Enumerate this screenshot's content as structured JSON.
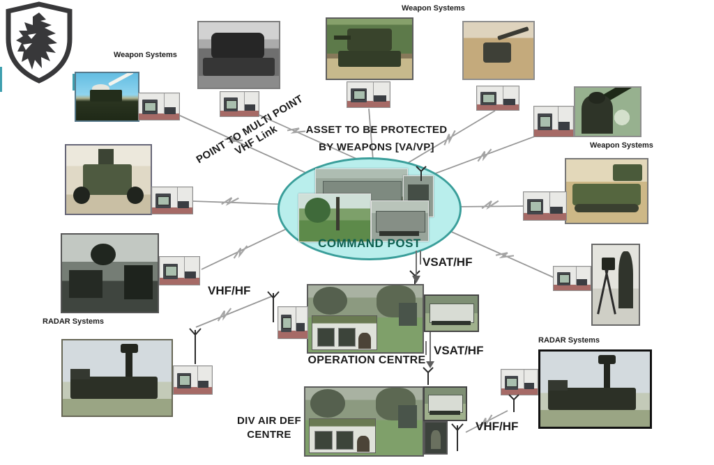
{
  "labels": {
    "weapon_systems": [
      "Weapon Systems",
      "Weapon Systems",
      "Weapon Systems"
    ],
    "radar_systems": [
      "RADAR Systems",
      "RADAR Systems"
    ]
  },
  "asset": {
    "line1": "ASSET TO BE PROTECTED",
    "line2": "BY WEAPONS [VA/VP]"
  },
  "p2mp_link": {
    "line1": "POINT TO MULTI POINT",
    "line2": "VHF Link"
  },
  "nodes": {
    "command_post": "COMMAND POST",
    "operation_centre": "OPERATION CENTRE",
    "div_air_def_centre": {
      "line1": "DIV AIR DEF",
      "line2": "CENTRE"
    }
  },
  "links": {
    "vsat_hf": [
      "VSAT/HF",
      "VSAT/HF"
    ],
    "vhf_hf": [
      "VHF/HF",
      "VHF/HF"
    ]
  },
  "icons": {
    "logo": "lion-shield-crest",
    "antenna": "vhf-antenna",
    "radio": "field-radio-set",
    "flash": "rf-link-flash",
    "arrow": "down-arrow"
  },
  "colors": {
    "ellipse_fill": "#b9eeec",
    "ellipse_border": "#3a9e9a",
    "command_post_text": "#0d5f50",
    "link_line": "#979797",
    "label_text": "#1b1b1b",
    "logo_dark": "#38383a",
    "logo_teal": "#3f9fae",
    "radio_table": "#a66a66"
  }
}
